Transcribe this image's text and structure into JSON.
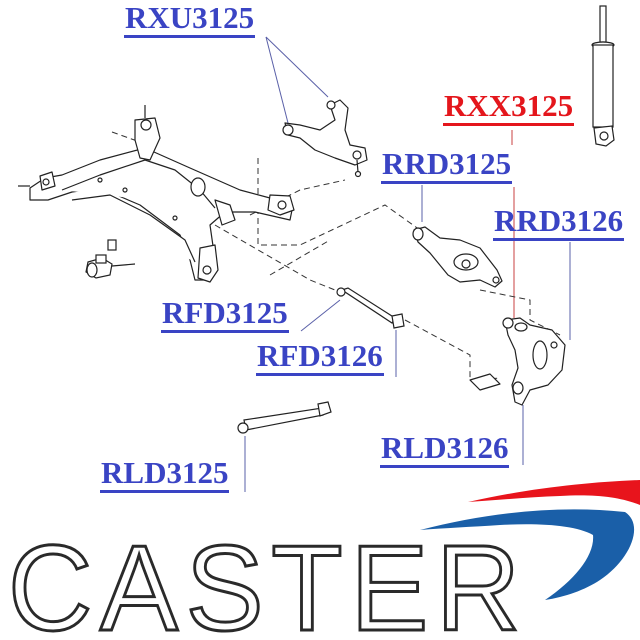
{
  "diagram": {
    "title": "Rear suspension subframe and arms exploded view",
    "part_labels": {
      "rxu3125": "RXU3125",
      "rxx3125": "RXX3125",
      "rrd3125": "RRD3125",
      "rrd3126": "RRD3126",
      "rfd3125": "RFD3125",
      "rfd3126": "RFD3126",
      "rld3126": "RLD3126",
      "rld3125": "RLD3125"
    },
    "components": [
      {
        "id": "subframe",
        "icon": "subframe-crossmember-icon"
      },
      {
        "id": "upper-arm",
        "icon": "upper-control-arm-icon"
      },
      {
        "id": "shock-absorber",
        "icon": "shock-absorber-icon"
      },
      {
        "id": "lower-arm",
        "icon": "lower-control-arm-icon"
      },
      {
        "id": "toe-link",
        "icon": "toe-link-rod-icon"
      },
      {
        "id": "knuckle",
        "icon": "steering-knuckle-icon"
      },
      {
        "id": "lateral-link",
        "icon": "lateral-link-icon"
      },
      {
        "id": "bushing",
        "icon": "bushing-icon"
      }
    ]
  },
  "brand": {
    "name": "CASTER",
    "swoosh_colors": {
      "red": "#e8141c",
      "blue": "#1a5fa8"
    }
  },
  "colors": {
    "label_blue": "#3a44c4",
    "label_red": "#e4161c",
    "line_art": "#222222",
    "leader_blue": "#5a60a8",
    "leader_red": "#c84040"
  }
}
